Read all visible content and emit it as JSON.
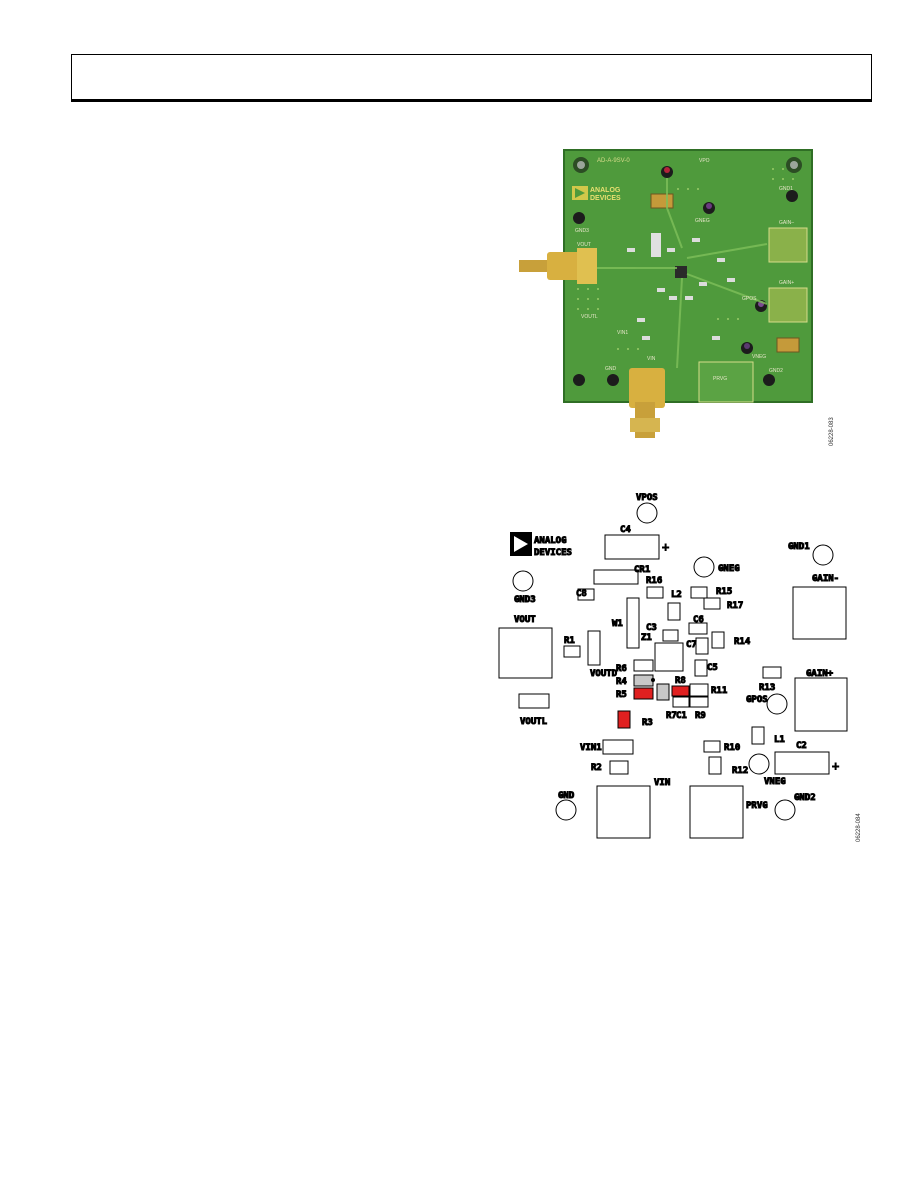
{
  "figure_codes": {
    "photo": "06228-083",
    "silkscreen": "06228-084"
  },
  "photo": {
    "board_id": "AD-A-9SV-0",
    "logo": [
      "ANALOG",
      "DEVICES"
    ],
    "labels": {
      "vout": "VOUT",
      "voutl": "VOUTL",
      "gnd3": "GND3",
      "gnd": "GND",
      "vin": "VIN",
      "gnd2": "GND2",
      "prvg": "PRVG",
      "gain_minus": "GAIN–",
      "gain_plus": "GAIN+",
      "gnd1": "GND1",
      "gneg": "GNEG",
      "gpos": "GPOS",
      "vneg": "VNEG",
      "vin1": "VIN1",
      "vpos": "VPO"
    }
  },
  "silkscreen": {
    "logo": [
      "ANALOG",
      "DEVICES"
    ],
    "labels": {
      "vpos": "VPOS",
      "c4": "C4",
      "plus_c4": "+",
      "gnd1": "GND1",
      "cr1": "CR1",
      "gneg": "GNEG",
      "gain_minus": "GAIN-",
      "gnd3": "GND3",
      "c8": "C8",
      "r16": "R16",
      "r15": "R15",
      "l2": "L2",
      "r17": "R17",
      "vout": "VOUT",
      "w1": "W1",
      "c3": "C3",
      "z1": "Z1",
      "c6": "C6",
      "r1": "R1",
      "c7": "C7",
      "r14": "R14",
      "voutd": "VOUTD",
      "r6": "R6",
      "c5": "C5",
      "gain_plus": "GAIN+",
      "r4": "R4",
      "r13": "R13",
      "r5": "R5",
      "r8": "R8",
      "r11": "R11",
      "gpos": "GPOS",
      "voutl": "VOUTL",
      "r7": "R7",
      "c1": "C1",
      "r9": "R9",
      "r3": "R3",
      "l1": "L1",
      "vin1": "VIN1",
      "r10": "R10",
      "c2": "C2",
      "r2": "R2",
      "r12": "R12",
      "vneg": "VNEG",
      "plus_c2": "+",
      "vin": "VIN",
      "gnd": "GND",
      "gnd2": "GND2",
      "prvg": "PRVG"
    }
  }
}
